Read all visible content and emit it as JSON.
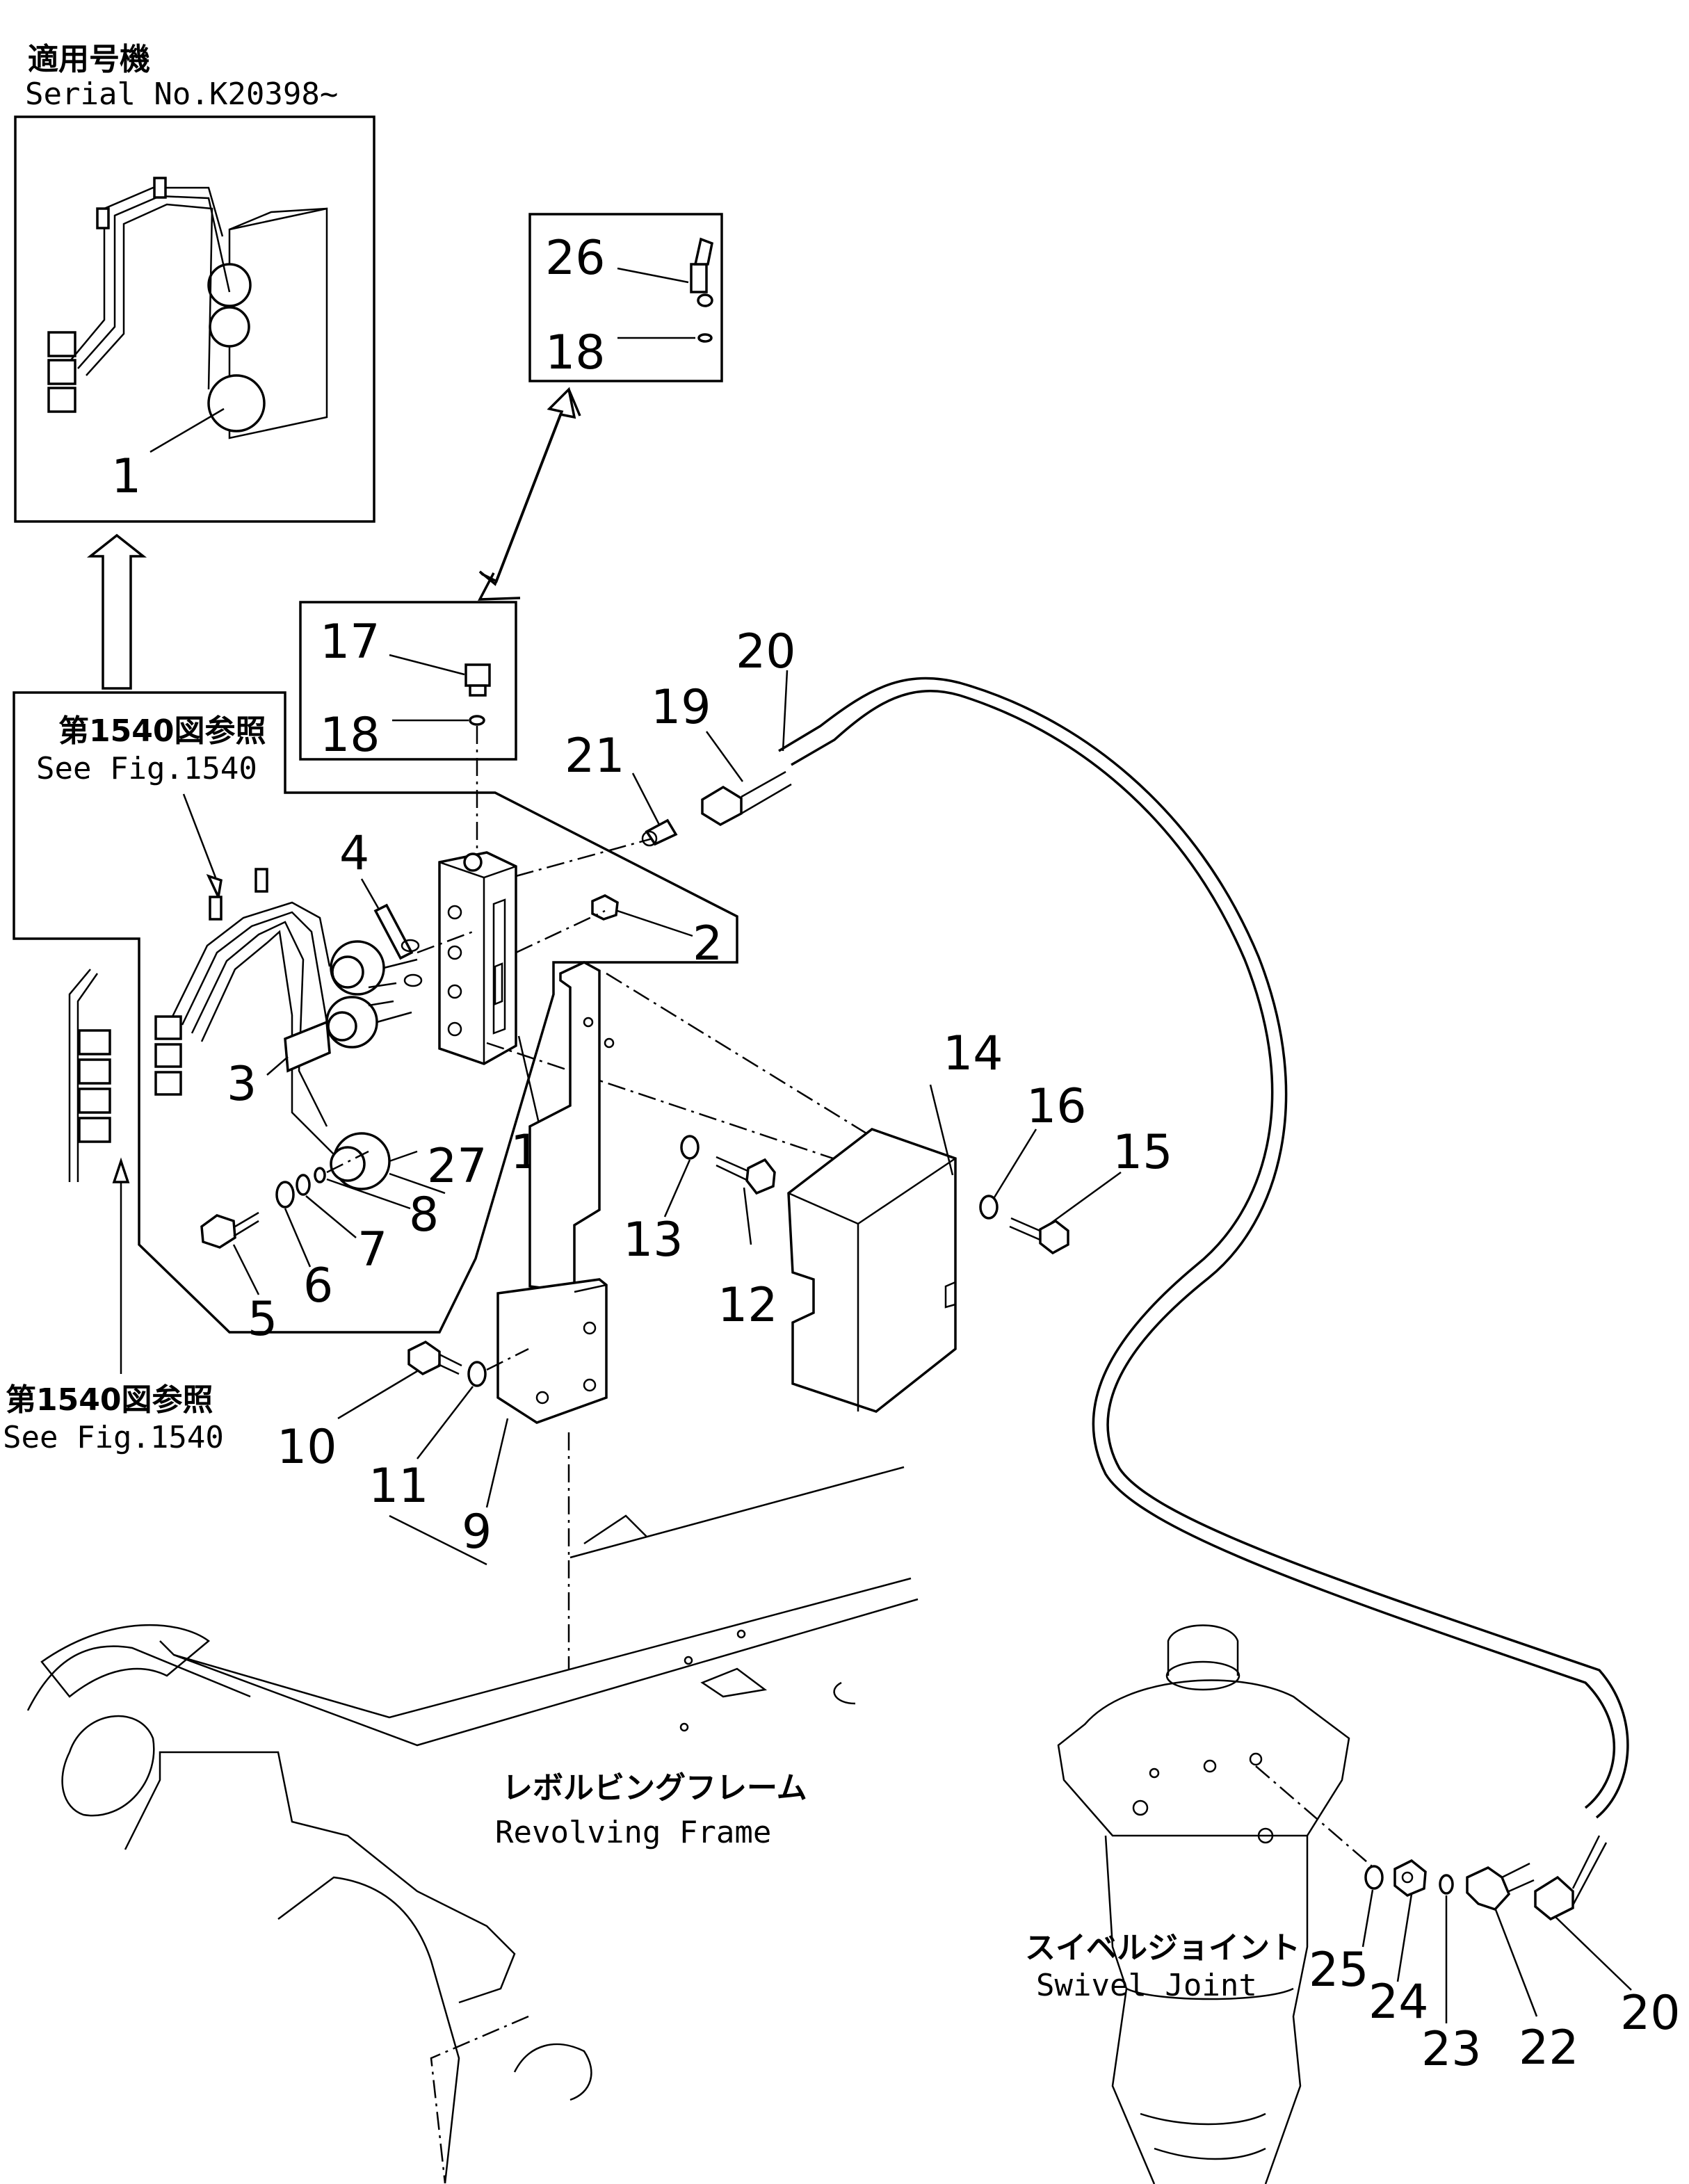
{
  "header": {
    "serial_jp": "適用号機",
    "serial_en": "Serial No.K20398~"
  },
  "references": {
    "upper_jp": "第1540図参照",
    "upper_en": "See Fig.1540",
    "lower_jp": "第1540図参照",
    "lower_en": "See Fig.1540"
  },
  "captions": {
    "frame_jp": "レボルビングフレーム",
    "frame_en": "Revolving Frame",
    "swivel_jp": "スイベルジョイント",
    "swivel_en": "Swivel Joint"
  },
  "callouts": {
    "inset_1": "1",
    "inset_26": "26",
    "inset_18a": "18",
    "inset_17": "17",
    "inset_18b": "18",
    "c20a": "20",
    "c19": "19",
    "c21": "21",
    "c4": "4",
    "c2": "2",
    "c3": "3",
    "c27": "27",
    "c1": "1",
    "c8": "8",
    "c7": "7",
    "c6": "6",
    "c5": "5",
    "c14": "14",
    "c16": "16",
    "c15": "15",
    "c13": "13",
    "c12": "12",
    "c10": "10",
    "c11": "11",
    "c9": "9",
    "c25": "25",
    "c24": "24",
    "c23": "23",
    "c22": "22",
    "c20b": "20"
  }
}
